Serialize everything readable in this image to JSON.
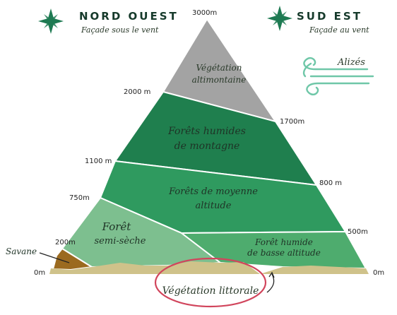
{
  "header": {
    "left_title": "NORD OUEST",
    "left_subtitle": "Façade sous le vent",
    "right_title": "SUD EST",
    "right_subtitle": "Façade au vent",
    "wind_label": "Alizés",
    "summit": "3000m"
  },
  "altitudes": {
    "left": [
      "2000 m",
      "1100 m",
      "750m",
      "200m",
      "0m"
    ],
    "right": [
      "1700m",
      "800 m",
      "500m",
      "0m"
    ]
  },
  "zones": [
    {
      "line1": "Végétation",
      "line2": "altimontaine",
      "color": "#a3a3a3"
    },
    {
      "line1": "Forêts humides",
      "line2": "de montagne",
      "color": "#1f7f4e"
    },
    {
      "line1": "Forêts de moyenne",
      "line2": "altitude",
      "color": "#2f9a5f"
    },
    {
      "line1": "Forêt",
      "line2": "semi-sèche",
      "color": "#7dbf8f"
    },
    {
      "line1": "Forêt humide",
      "line2": "de basse altitude",
      "color": "#4eac6e"
    },
    {
      "line1": "Savane",
      "color": "#9b6a1f"
    }
  ],
  "coast_label": "Végétation littorale",
  "colors": {
    "green_icon": "#1e7a52",
    "sand": "#cfc28a",
    "circle": "#d1455c",
    "wind": "#6fc7a8"
  }
}
